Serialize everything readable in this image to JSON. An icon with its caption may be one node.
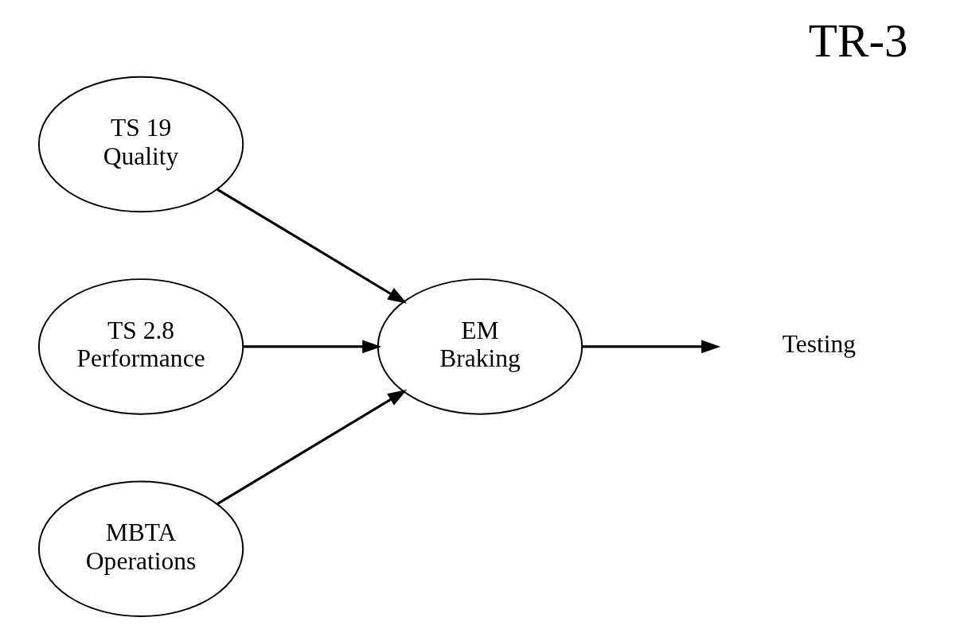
{
  "diagram": {
    "title": "TR-3",
    "nodes": [
      {
        "text": [
          "TS 19",
          "Quality"
        ]
      },
      {
        "text": [
          "TS 2.8",
          "Performance"
        ]
      },
      {
        "text": [
          "EM",
          "Braking"
        ]
      },
      {
        "text": [
          "MBTA",
          "Operations"
        ]
      },
      {
        "text": [
          "Testing"
        ]
      }
    ],
    "edges": [
      {
        "from": 0,
        "to": 2,
        "arrow": "to"
      },
      {
        "from": 1,
        "to": 2,
        "arrow": "to"
      },
      {
        "from": 3,
        "to": 2,
        "arrow": "to"
      },
      {
        "from": 2,
        "to": 4,
        "arrow": "to"
      }
    ]
  }
}
